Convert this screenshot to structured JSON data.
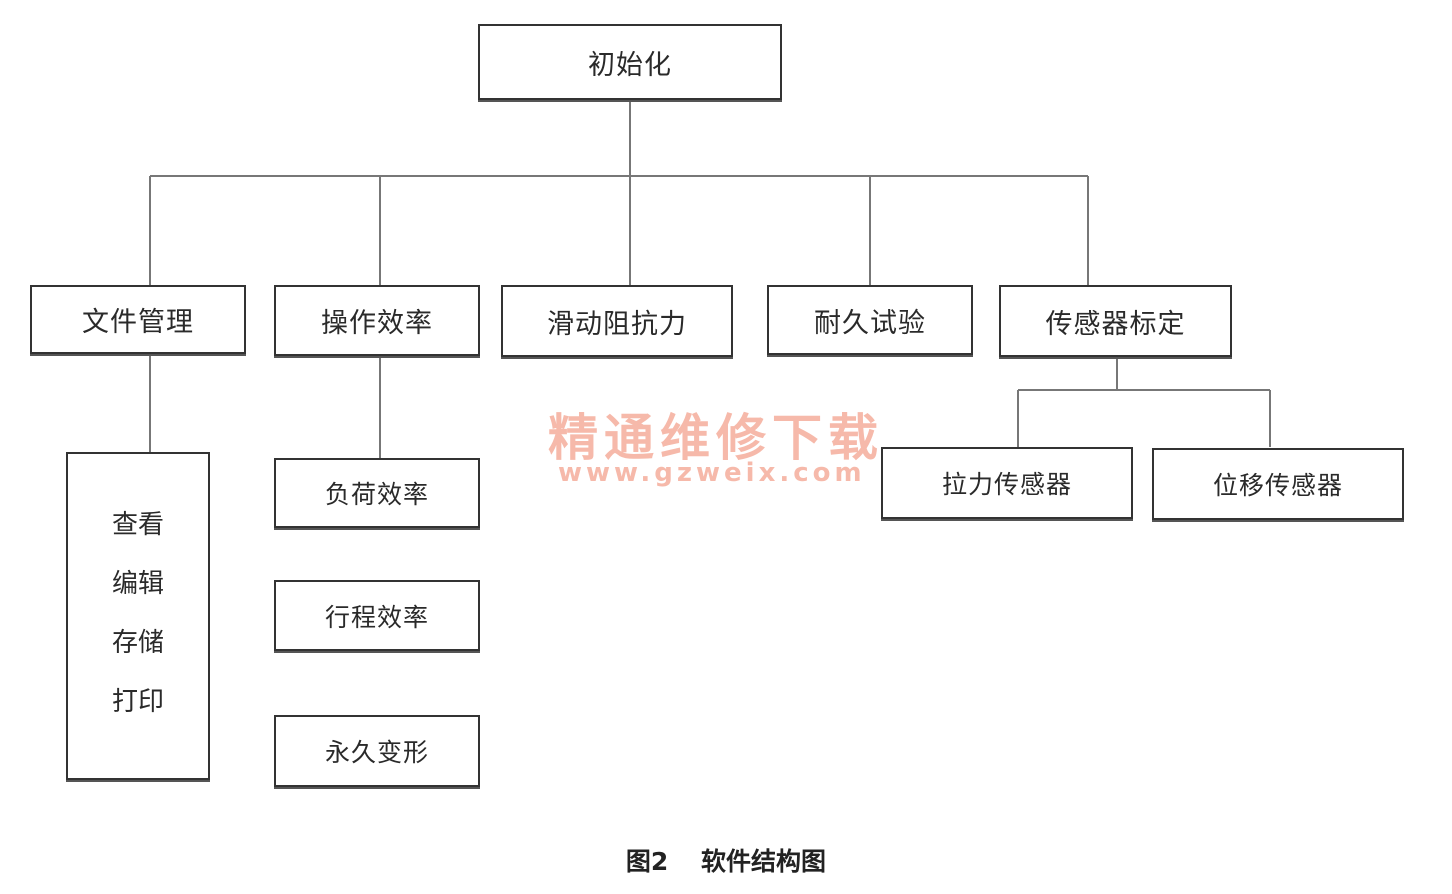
{
  "root": {
    "label": "初始化"
  },
  "level1": [
    {
      "label": "文件管理"
    },
    {
      "label": "操作效率"
    },
    {
      "label": "滑动阻抗力"
    },
    {
      "label": "耐久试验"
    },
    {
      "label": "传感器标定"
    }
  ],
  "file_management_actions": [
    "查看",
    "编辑",
    "存储",
    "打印"
  ],
  "efficiency_children": [
    {
      "label": "负荷效率"
    },
    {
      "label": "行程效率"
    },
    {
      "label": "永久变形"
    }
  ],
  "sensor_children": [
    {
      "label": "拉力传感器"
    },
    {
      "label": "位移传感器"
    }
  ],
  "watermark": {
    "title": "精通维修下载",
    "url": "www.gzweix.com"
  },
  "caption": {
    "figure_number": "图2",
    "title": "软件结构图"
  }
}
